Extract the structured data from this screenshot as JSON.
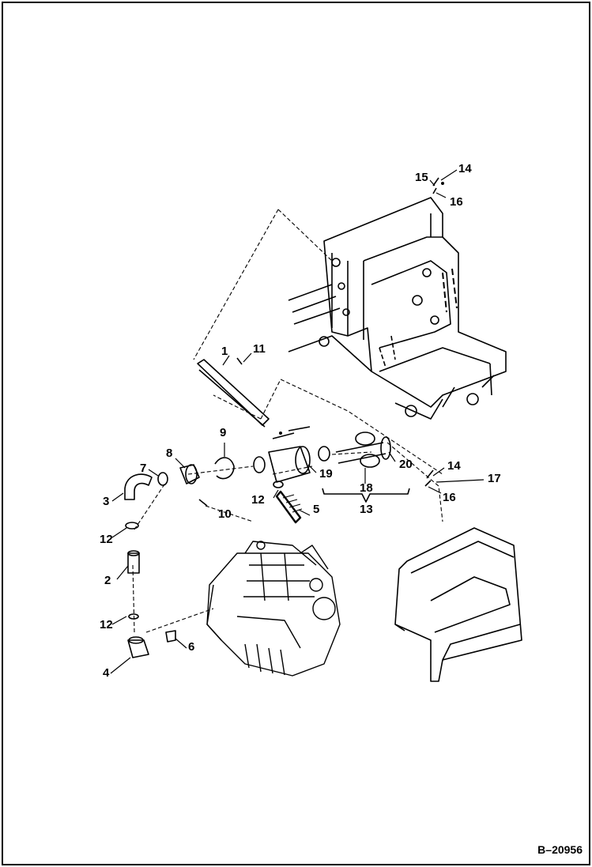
{
  "figure_id": "B–20956",
  "callouts": {
    "c1": "1",
    "c2": "2",
    "c3": "3",
    "c4": "4",
    "c5": "5",
    "c6": "6",
    "c7": "7",
    "c8": "8",
    "c9": "9",
    "c10": "10",
    "c11": "11",
    "c12a": "12",
    "c12b": "12",
    "c12c": "12",
    "c13": "13",
    "c14a": "14",
    "c14b": "14",
    "c15": "15",
    "c16a": "16",
    "c16b": "16",
    "c17": "17",
    "c18": "18",
    "c19": "19",
    "c20": "20"
  }
}
